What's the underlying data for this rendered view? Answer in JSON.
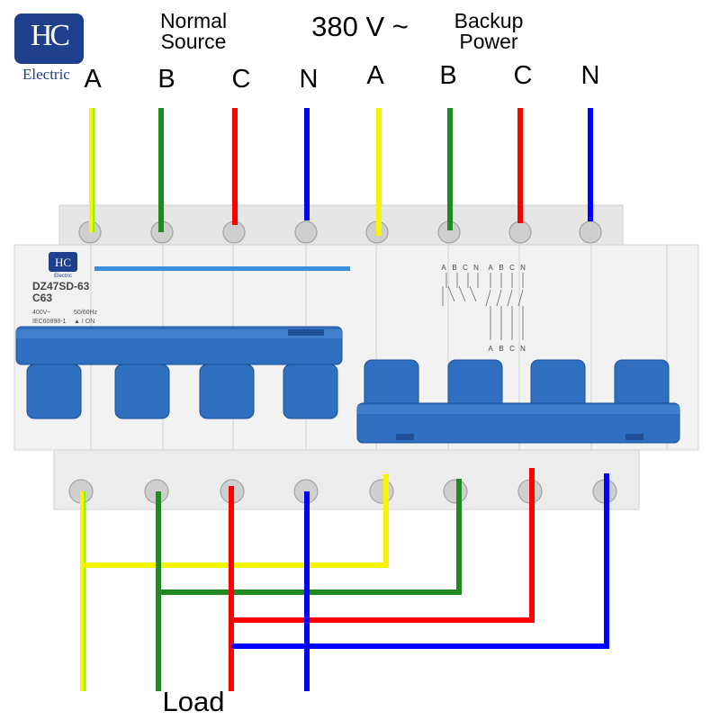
{
  "brand": {
    "logo": "HC",
    "name": "Electric"
  },
  "headings": {
    "normal_source": "Normal\nSource",
    "voltage": "380 V ~",
    "backup_power": "Backup\nPower",
    "load": "Load"
  },
  "phase_labels": [
    "A",
    "B",
    "C",
    "N",
    "A",
    "B",
    "C",
    "N"
  ],
  "device": {
    "brand_logo": "HC",
    "brand_name": "Electric",
    "model": "DZ47SD-63",
    "rating": "C63",
    "voltage": "400V~",
    "frequency": "50/60Hz",
    "standard": "IEC60898-1",
    "state": "▲ I  ON",
    "schematic_top": [
      "A",
      "B",
      "C",
      "N",
      "A",
      "B",
      "C",
      "N"
    ],
    "schematic_bottom": [
      "A",
      "B",
      "C",
      "N"
    ]
  },
  "colors": {
    "A": "#f5f500",
    "B": "#1f8a1f",
    "C": "#ff0000",
    "N": "#0000ff",
    "A_green_stripe": "#7cfc00",
    "switch_blue": "#2f6fbf",
    "logo_blue": "#1e3f8c"
  }
}
